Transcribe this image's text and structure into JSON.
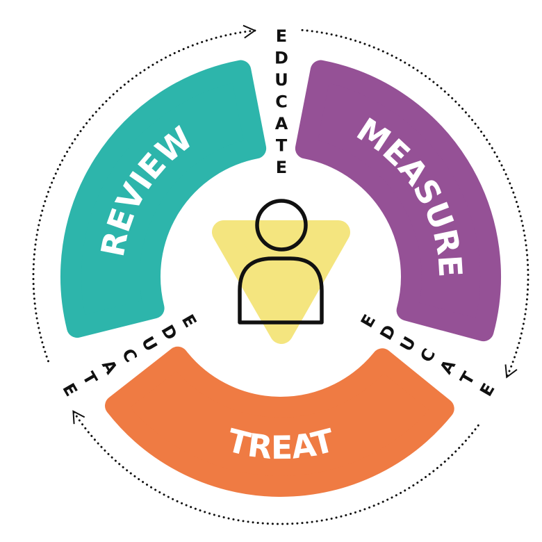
{
  "segments": {
    "review": {
      "label": "REVIEW",
      "color": "#2db5ab"
    },
    "measure": {
      "label": "MEASURE",
      "color": "#955196"
    },
    "treat": {
      "label": "TREAT",
      "color": "#ef7b43"
    }
  },
  "educate": {
    "top": "EDUCATE",
    "right": "EDUCATE",
    "left": "EDUCATE"
  },
  "center": {
    "icon": "person-icon",
    "triangle_color": "#f4e57f"
  },
  "cycle": {
    "direction": "clockwise",
    "arrow_color": "#111111"
  }
}
